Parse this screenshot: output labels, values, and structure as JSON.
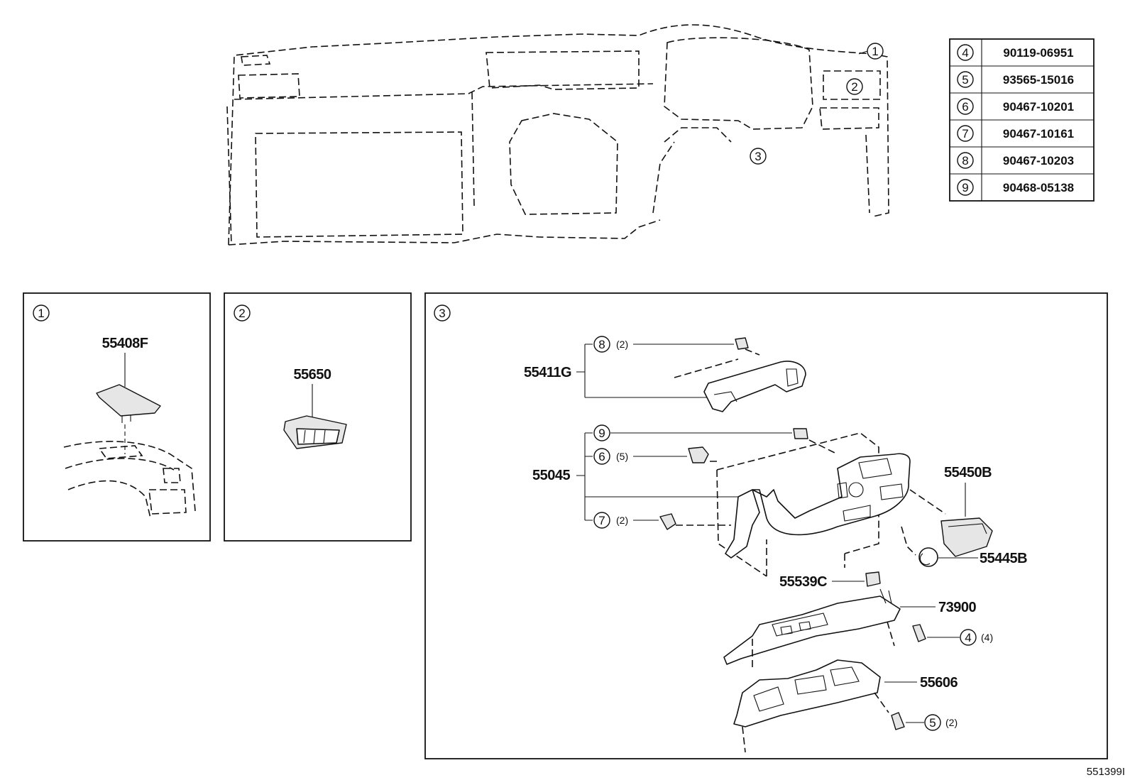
{
  "callouts": {
    "c1": "1",
    "c2": "2",
    "c3": "3",
    "c4": "4",
    "c5": "5",
    "c6": "6",
    "c7": "7",
    "c8": "8",
    "c9": "9"
  },
  "legend": [
    {
      "ref": "4",
      "part_no": "90119-06951"
    },
    {
      "ref": "5",
      "part_no": "93565-15016"
    },
    {
      "ref": "6",
      "part_no": "90467-10201"
    },
    {
      "ref": "7",
      "part_no": "90467-10161"
    },
    {
      "ref": "8",
      "part_no": "90467-10203"
    },
    {
      "ref": "9",
      "part_no": "90468-05138"
    }
  ],
  "panel1": {
    "part": "55408F"
  },
  "panel2": {
    "part": "55650"
  },
  "panel3": {
    "p55411G": "55411G",
    "p55045": "55045",
    "p55450B": "55450B",
    "p55445B": "55445B",
    "p55539C": "55539C",
    "p73900": "73900",
    "p55606": "55606",
    "q8": "(2)",
    "q6": "(5)",
    "q7": "(2)",
    "q4": "(4)",
    "q5": "(2)"
  },
  "footer": {
    "code": "551399I"
  }
}
